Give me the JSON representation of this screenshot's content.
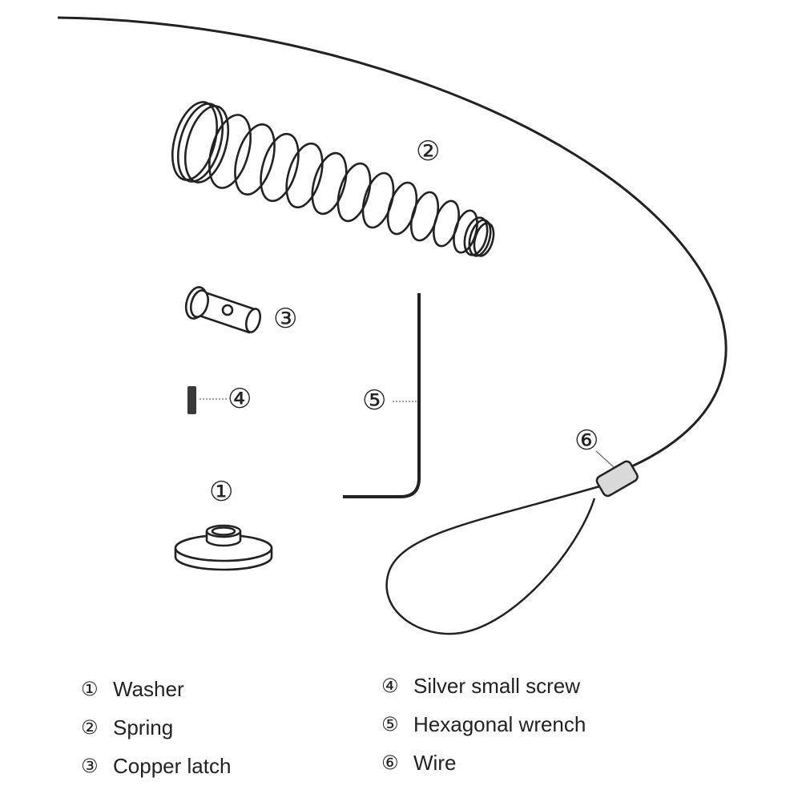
{
  "callouts": {
    "washer": "①",
    "spring": "②",
    "copper_latch": "③",
    "silver_screw": "④",
    "hex_wrench": "⑤",
    "wire": "⑥"
  },
  "legend": {
    "left": [
      {
        "num": "①",
        "label": "Washer"
      },
      {
        "num": "②",
        "label": "Spring"
      },
      {
        "num": "③",
        "label": "Copper latch"
      }
    ],
    "right": [
      {
        "num": "④",
        "label": "Silver small screw"
      },
      {
        "num": "⑤",
        "label": "Hexagonal wrench"
      },
      {
        "num": "⑥",
        "label": "Wire"
      }
    ]
  },
  "colors": {
    "ink": "#222222",
    "paper": "#ffffff",
    "screw": "#3a3a3a",
    "sleeve": "#d9d9d9"
  }
}
